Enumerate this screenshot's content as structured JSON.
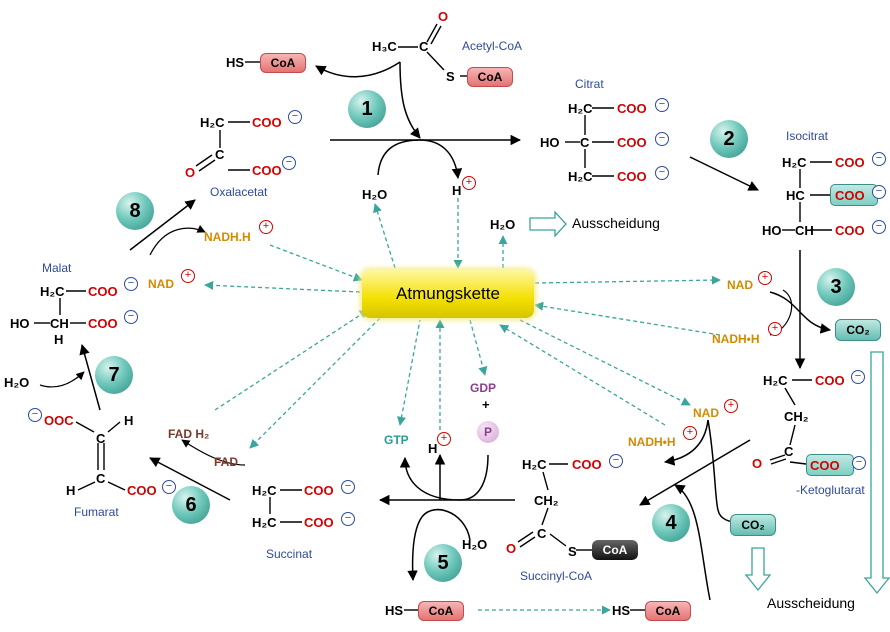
{
  "center": {
    "label": "Atmungskette"
  },
  "steps": [
    "1",
    "2",
    "3",
    "4",
    "5",
    "6",
    "7",
    "8"
  ],
  "molecules": {
    "acetyl_coa": {
      "name": "Acetyl-CoA",
      "h3c": "H₃C",
      "c": "C",
      "o": "O",
      "s": "S",
      "coa": "CoA"
    },
    "hs_coa_top": {
      "hs": "HS",
      "coa": "CoA"
    },
    "citrat": {
      "name": "Citrat",
      "row1": "H₂C",
      "row2": "HO",
      "row2c": "C",
      "row3": "H₂C",
      "coo": "COO"
    },
    "isocitrat": {
      "name": "Isocitrat",
      "row1": "H₂C",
      "row2": "HC",
      "row3a": "HO",
      "row3b": "CH",
      "coo": "COO"
    },
    "ketoglutarat": {
      "name": "-Ketoglutarat",
      "row1": "H₂C",
      "row2": "CH₂",
      "row3": "C",
      "o": "O",
      "coo": "COO"
    },
    "succinyl_coa": {
      "name": "Succinyl-CoA",
      "row1": "H₂C",
      "row2": "CH₂",
      "row3": "C",
      "o": "O",
      "s": "S",
      "coa": "CoA"
    },
    "succinat": {
      "name": "Succinat",
      "row1": "H₂C",
      "row2": "H₂C",
      "coo": "COO"
    },
    "fumarat": {
      "name": "Fumarat",
      "h": "H",
      "ooc": "OOC",
      "coo": "COO",
      "c": "C"
    },
    "malat": {
      "name": "Malat",
      "row1": "H₂C",
      "row2a": "HO",
      "row2b": "CH",
      "h": "H",
      "coo": "COO"
    },
    "oxalacetat": {
      "name": "Oxalacetat",
      "row1": "H₂C",
      "row2": "C",
      "o": "O",
      "coo": "COO"
    },
    "hs_coa_bottom_left": {
      "hs": "HS",
      "coa": "CoA"
    },
    "hs_coa_bottom_right": {
      "hs": "HS",
      "coa": "CoA"
    }
  },
  "cofactors": {
    "h2o_step1": "H₂O",
    "h_step1": "H",
    "h2o_excretion": "H₂O",
    "excretion_top": "Ausscheidung",
    "excretion_bottom": "Ausscheidung",
    "nad_step3": "NAD",
    "nadh_step3": "NADH•H",
    "co2_step3": "CO₂",
    "nad_step4": "NAD",
    "nadh_step4": "NADH•H",
    "co2_step4": "CO₂",
    "h2o_step5": "H₂O",
    "gtp": "GTP",
    "h_step5": "H",
    "gdp": "GDP",
    "plus_sign": "+",
    "p": "P",
    "fad": "FAD",
    "fadh2": "FAD H₂",
    "h2o_step7": "H₂O",
    "nad_step8": "NAD",
    "nadh_step8": "NADH.H"
  },
  "charges": {
    "minus": "−",
    "plus": "+"
  },
  "colors": {
    "teal_dashed": "#3aa59a",
    "nad_orange": "#d48a00",
    "fad_brown": "#7a3a2a",
    "gtp_teal": "#2a9c94",
    "gdp_purple": "#8a3f8a",
    "name_blue": "#2e4a9a",
    "atmungskette_yellow": "#f3e000"
  }
}
